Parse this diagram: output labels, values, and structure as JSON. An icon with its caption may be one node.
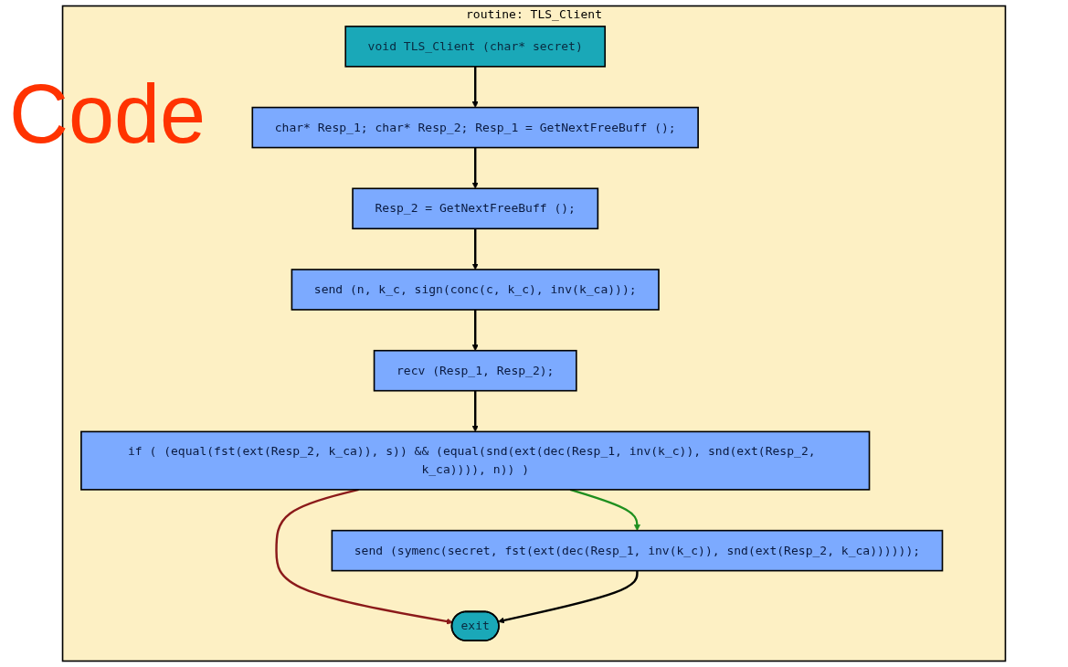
{
  "diagram": {
    "nodes": [
      {
        "text": [
          "routine: TLS_Client"
        ]
      },
      {
        "text": [
          "void TLS_Client (char* secret)"
        ],
        "in": 0
      },
      {
        "text": [
          "char* Resp_1; char* Resp_2; Resp_1 = GetNextFreeBuff ();"
        ],
        "in": 0
      },
      {
        "text": [
          "Resp_2 = GetNextFreeBuff ();"
        ],
        "in": 0
      },
      {
        "text": [
          "send (n, k_c, sign(conc(c, k_c), inv(k_ca)));"
        ],
        "in": 0
      },
      {
        "text": [
          "recv (Resp_1, Resp_2);"
        ],
        "in": 0
      },
      {
        "text": [
          "if ( (equal(fst(ext(Resp_2, k_ca)), s)) && (equal(snd(ext(dec(Resp_1, inv(k_c)), snd(ext(Resp_2, k_ca)))), n)) )"
        ],
        "in": 0
      },
      {
        "text": [
          "send (symenc(secret, fst(ext(dec(Resp_1, inv(k_c)), snd(ext(Resp_2, k_ca))))));"
        ],
        "in": 0
      },
      {
        "text": [
          "exit"
        ],
        "in": 0
      }
    ],
    "edges": [
      {
        "from": 1,
        "to": 2,
        "arrow": "to"
      },
      {
        "from": 2,
        "to": 3,
        "arrow": "to"
      },
      {
        "from": 3,
        "to": 4,
        "arrow": "to"
      },
      {
        "from": 4,
        "to": 5,
        "arrow": "to"
      },
      {
        "from": 5,
        "to": 6,
        "arrow": "to"
      },
      {
        "from": 6,
        "to": 7,
        "arrow": "to",
        "color": "#1f8f1f"
      },
      {
        "from": 6,
        "to": 8,
        "arrow": "to",
        "color": "#8b1a1a"
      },
      {
        "from": 7,
        "to": 8,
        "arrow": "to"
      }
    ],
    "labels": [
      "Code"
    ]
  }
}
